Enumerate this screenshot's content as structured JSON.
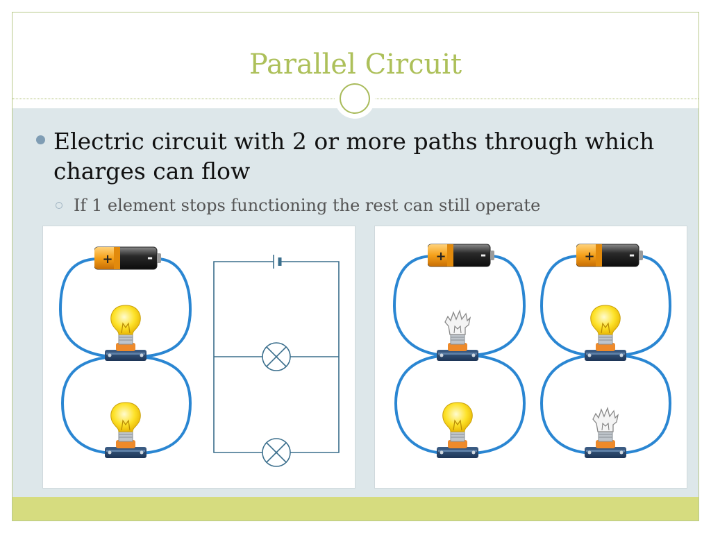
{
  "slide": {
    "title": "Parallel Circuit",
    "bullets": [
      {
        "text": "Electric circuit with 2 or more paths through which charges can flow",
        "sub": [
          {
            "text": "If 1 element stops functioning the rest can still operate"
          }
        ]
      }
    ]
  },
  "colors": {
    "title": "#adc05a",
    "content_bg": "#dde7ea",
    "footer_bar": "#d6dc7f",
    "wire": "#2a86d2",
    "schematic": "#3a6e8c"
  },
  "figures": [
    {
      "name": "parallel-circuit-illustration",
      "bulbs_lit": 2,
      "bulbs_broken": 0,
      "battery_labels": [
        "+",
        "-"
      ]
    },
    {
      "name": "broken-bulb-illustration",
      "bulbs_lit": 2,
      "bulbs_broken": 2,
      "battery_labels": [
        "+",
        "-"
      ]
    }
  ]
}
